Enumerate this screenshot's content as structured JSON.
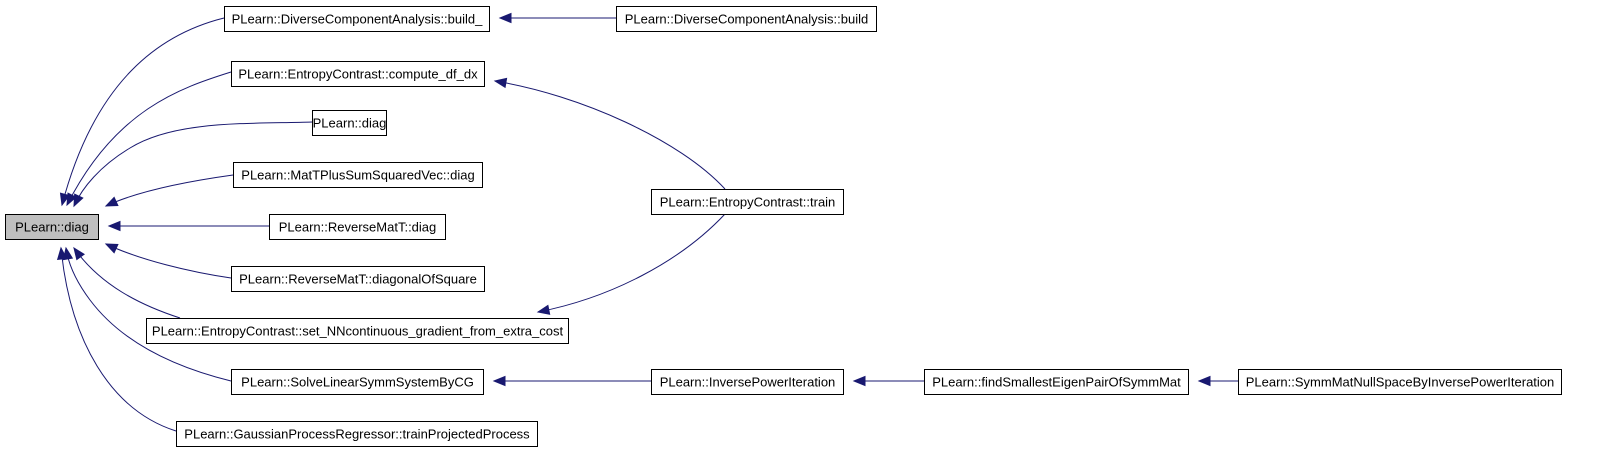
{
  "graph": {
    "colors": {
      "edge": "#191970",
      "root_fill": "#bfbfbf",
      "node_fill": "#ffffff",
      "border": "#000000"
    },
    "nodes": [
      {
        "id": "n0",
        "label": "PLearn::diag",
        "root": true
      },
      {
        "id": "n1",
        "label": "PLearn::DiverseComponentAnalysis::build_"
      },
      {
        "id": "n2",
        "label": "PLearn::DiverseComponentAnalysis::build"
      },
      {
        "id": "n3",
        "label": "PLearn::EntropyContrast::compute_df_dx"
      },
      {
        "id": "n4",
        "label": "PLearn::EntropyContrast::train"
      },
      {
        "id": "n5",
        "label": "PLearn::diag"
      },
      {
        "id": "n6",
        "label": "PLearn::MatTPlusSumSquaredVec::diag"
      },
      {
        "id": "n7",
        "label": "PLearn::ReverseMatT::diag"
      },
      {
        "id": "n8",
        "label": "PLearn::ReverseMatT::diagonalOfSquare"
      },
      {
        "id": "n9",
        "label": "PLearn::EntropyContrast::set_NNcontinuous_gradient_from_extra_cost"
      },
      {
        "id": "n10",
        "label": "PLearn::SolveLinearSymmSystemByCG"
      },
      {
        "id": "n11",
        "label": "PLearn::InversePowerIteration"
      },
      {
        "id": "n12",
        "label": "PLearn::findSmallestEigenPairOfSymmMat"
      },
      {
        "id": "n13",
        "label": "PLearn::SymmMatNullSpaceByInversePowerIteration"
      },
      {
        "id": "n14",
        "label": "PLearn::GaussianProcessRegressor::trainProjectedProcess"
      }
    ],
    "edges": [
      {
        "from": "n1",
        "to": "n0"
      },
      {
        "from": "n3",
        "to": "n0"
      },
      {
        "from": "n5",
        "to": "n0"
      },
      {
        "from": "n6",
        "to": "n0"
      },
      {
        "from": "n7",
        "to": "n0"
      },
      {
        "from": "n8",
        "to": "n0"
      },
      {
        "from": "n9",
        "to": "n0"
      },
      {
        "from": "n10",
        "to": "n0"
      },
      {
        "from": "n14",
        "to": "n0"
      },
      {
        "from": "n2",
        "to": "n1"
      },
      {
        "from": "n4",
        "to": "n3"
      },
      {
        "from": "n4",
        "to": "n9"
      },
      {
        "from": "n11",
        "to": "n10"
      },
      {
        "from": "n12",
        "to": "n11"
      },
      {
        "from": "n13",
        "to": "n12"
      }
    ]
  }
}
